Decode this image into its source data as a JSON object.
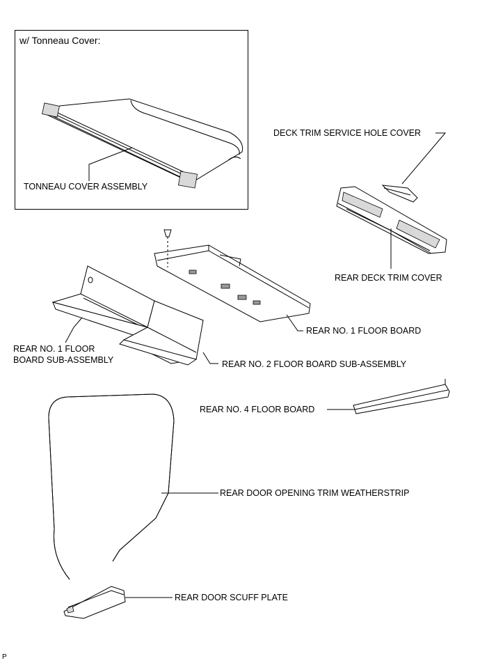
{
  "inset": {
    "title": "w/ Tonneau Cover:"
  },
  "labels": {
    "tonneau_cover_assembly": "TONNEAU COVER ASSEMBLY",
    "deck_trim_service_hole_cover": "DECK TRIM SERVICE HOLE COVER",
    "rear_deck_trim_cover": "REAR DECK TRIM COVER",
    "rear_no1_floor_board": "REAR NO. 1 FLOOR BOARD",
    "rear_no1_floor_board_sub_assembly_line1": "REAR NO. 1 FLOOR",
    "rear_no1_floor_board_sub_assembly_line2": "BOARD SUB-ASSEMBLY",
    "rear_no2_floor_board_sub_assembly": "REAR NO. 2 FLOOR BOARD SUB-ASSEMBLY",
    "rear_no4_floor_board": "REAR NO. 4 FLOOR BOARD",
    "rear_door_opening_trim_weatherstrip": "REAR DOOR OPENING TRIM WEATHERSTRIP",
    "rear_door_scuff_plate": "REAR DOOR SCUFF PLATE"
  },
  "footer": {
    "code": "P"
  }
}
